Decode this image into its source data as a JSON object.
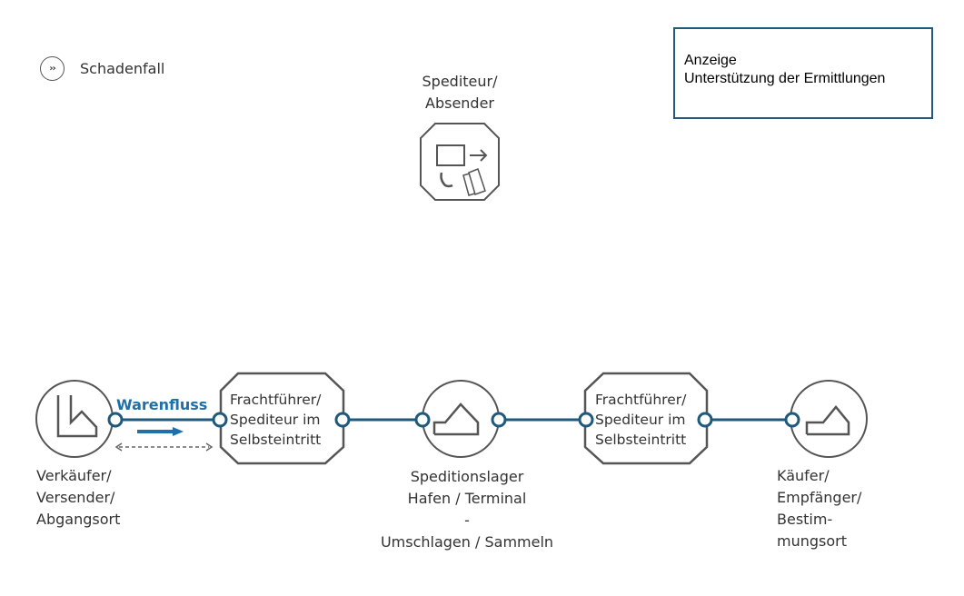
{
  "legend": {
    "icon_glyph": "››",
    "label": "Schadenfall"
  },
  "infobox": {
    "line1": "Anzeige",
    "line2": "Unterstützung der Ermittlungen"
  },
  "spediteur_top": {
    "line1": "Spediteur/",
    "line2": "Absender"
  },
  "flow": {
    "label": "Warenfluss"
  },
  "carrier_box": {
    "line1": "Frachtführer/",
    "line2": "Spediteur im",
    "line3": "Selbsteintritt"
  },
  "seller": {
    "line1": "Verkäufer/",
    "line2": "Versender/",
    "line3": "Abgangsort"
  },
  "warehouse": {
    "line1": "Speditionslager",
    "line2": "Hafen / Terminal",
    "line3": "-",
    "line4": "Umschlagen / Sammeln"
  },
  "buyer": {
    "line1": "Käufer/",
    "line2": "Empfänger/",
    "line3": "Bestim-",
    "line4": "mungsort"
  },
  "colors": {
    "line": "#1f5a7d",
    "arrow": "#1f6fa8",
    "node_stroke": "#555555",
    "text": "#333333"
  }
}
